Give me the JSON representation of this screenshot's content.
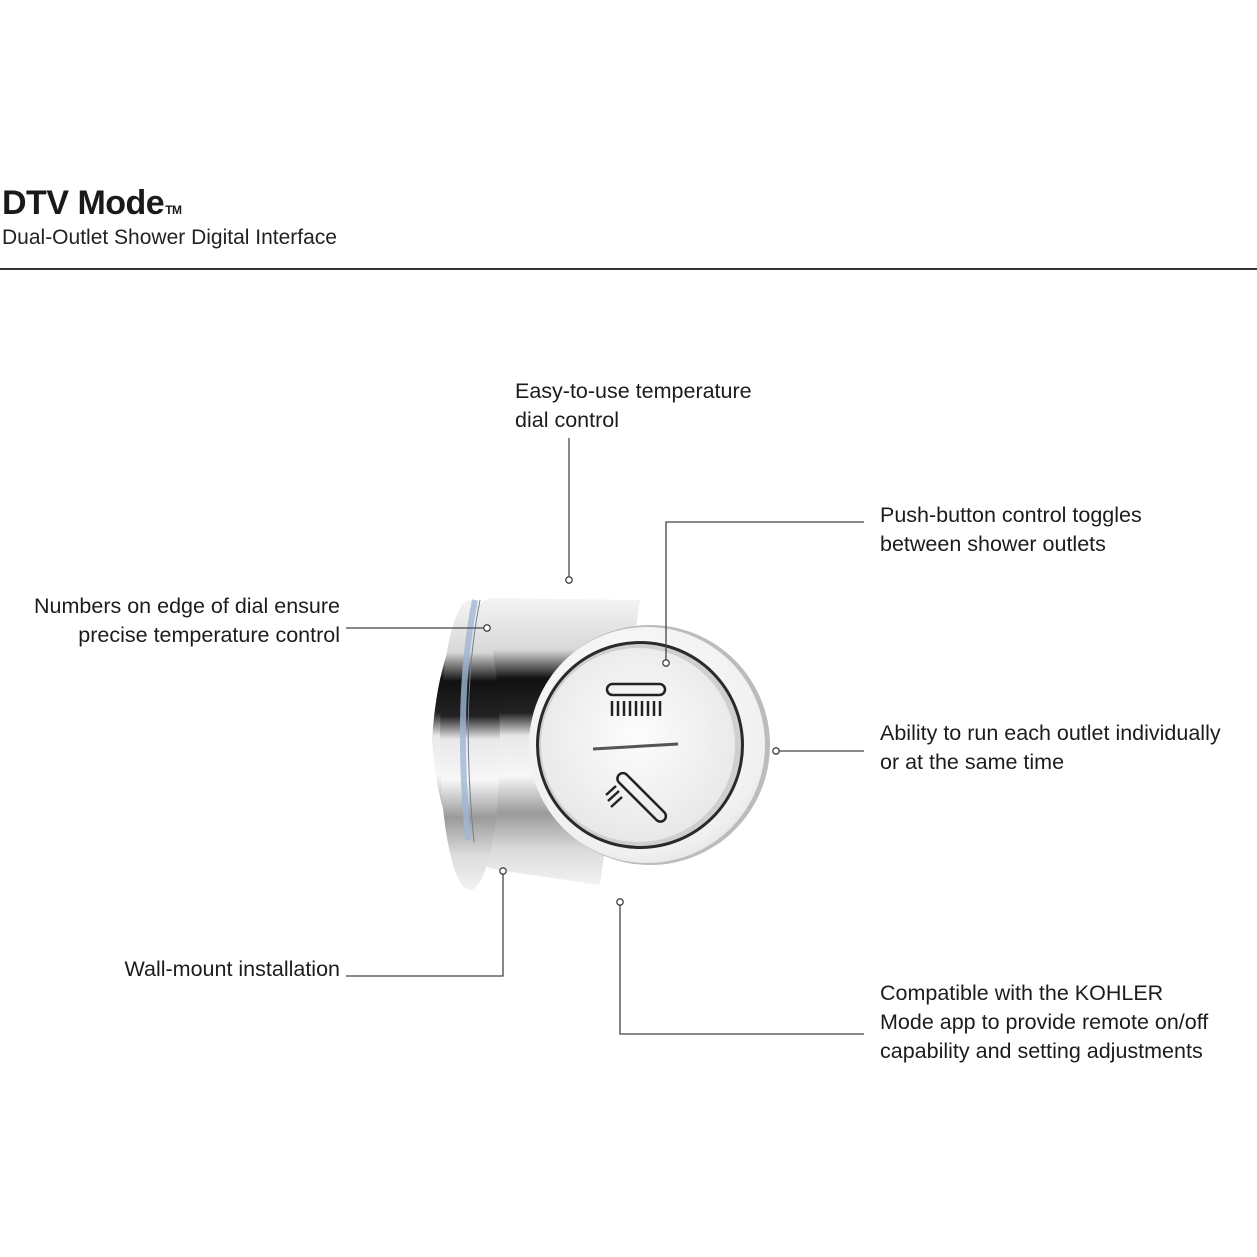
{
  "header": {
    "title": "DTV Mode",
    "trademark": "TM",
    "subtitle": "Dual-Outlet Shower Digital Interface"
  },
  "callouts": {
    "dial": {
      "line1": "Easy-to-use temperature",
      "line2": "dial control"
    },
    "push_button": {
      "line1": "Push-button control toggles",
      "line2": "between shower outlets"
    },
    "numbers": {
      "line1": "Numbers on edge of dial ensure",
      "line2": "precise temperature control"
    },
    "outlets": {
      "line1": "Ability to run each outlet individually",
      "line2": "or at the same time"
    },
    "wall_mount": {
      "line1": "Wall-mount installation"
    },
    "app": {
      "line1": "Compatible with the KOHLER",
      "line2": "Mode app to provide remote on/off",
      "line3": "capability and setting adjustments"
    }
  },
  "product": {
    "icons": [
      "overhead-shower-icon",
      "handshower-icon"
    ],
    "accent_color": "#9fb6d4",
    "chrome_dark": "#111111"
  }
}
